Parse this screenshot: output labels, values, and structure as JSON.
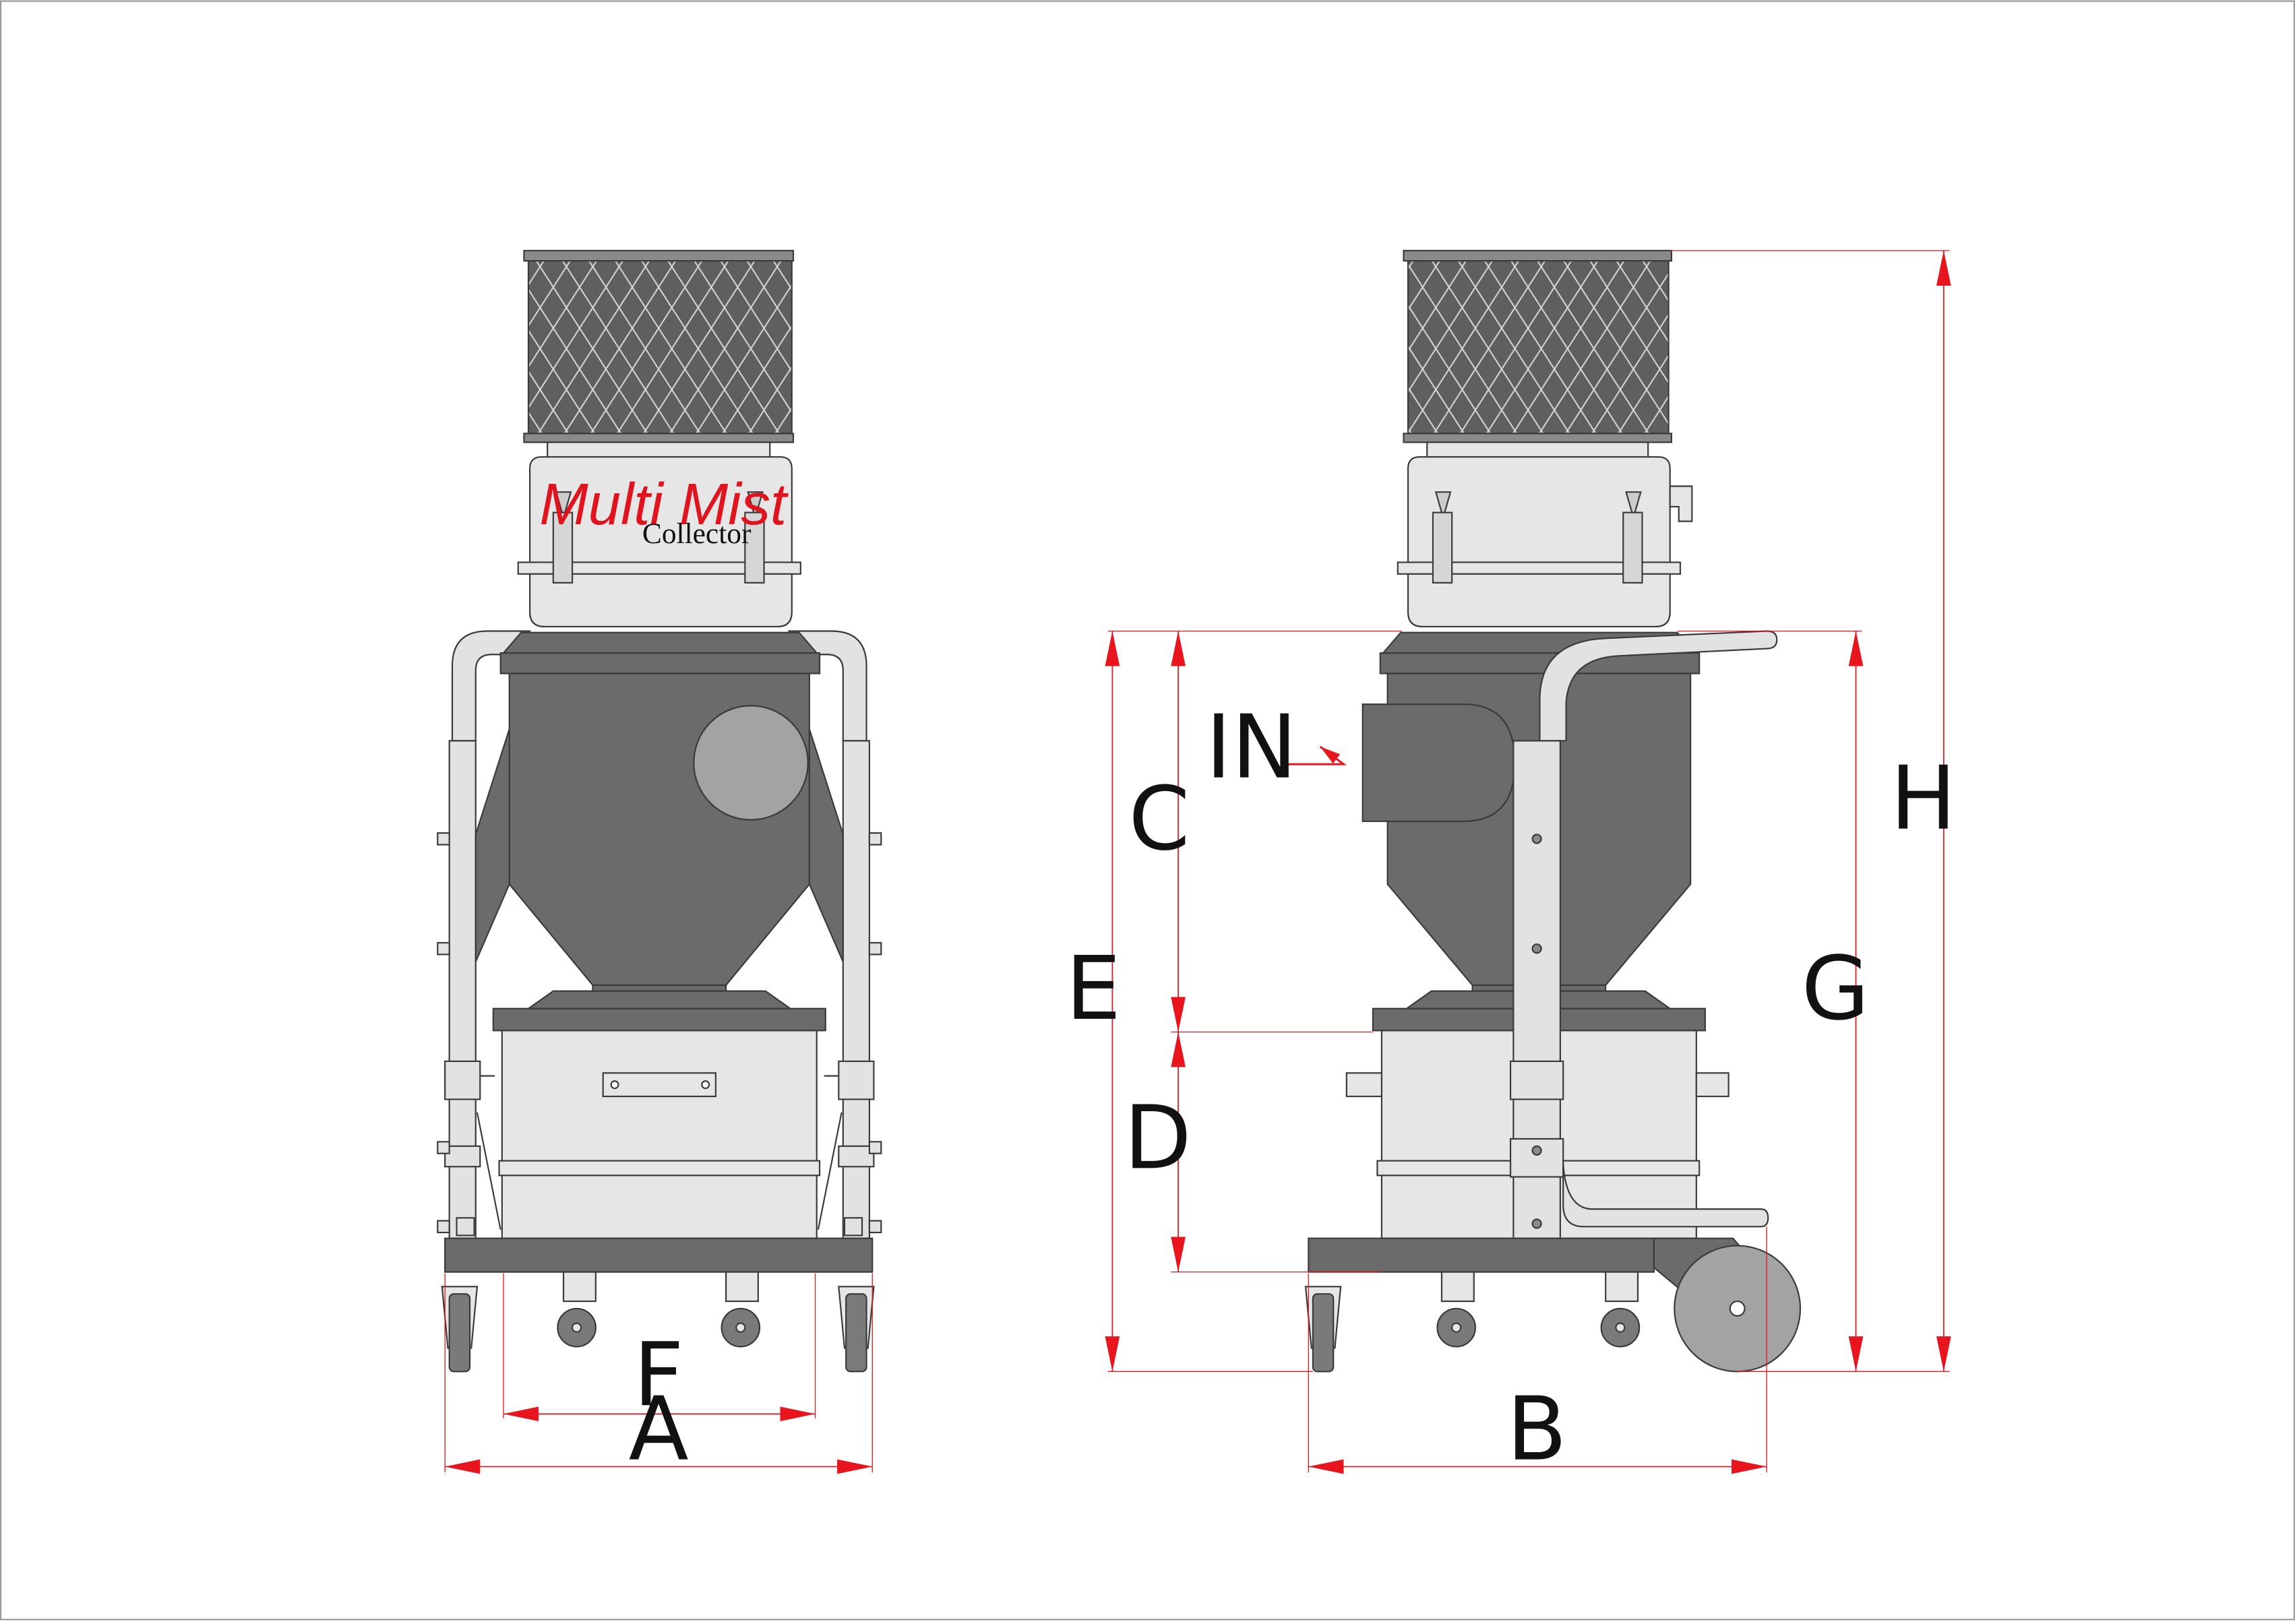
{
  "diagram": {
    "brand": {
      "title": "Multi Mist",
      "subtitle": "Collector"
    },
    "inlet_label": "IN",
    "dimension_labels": {
      "A": "A",
      "B": "B",
      "C": "C",
      "D": "D",
      "E": "E",
      "F": "F",
      "G": "G",
      "H": "H"
    },
    "colors": {
      "dark_body": "#6b6b6b",
      "light_body": "#e6e6e6",
      "frame": "#e2e2e2",
      "outline": "#3a3a3a",
      "dimension": "#e8141e",
      "brand": "#e0141e"
    }
  }
}
